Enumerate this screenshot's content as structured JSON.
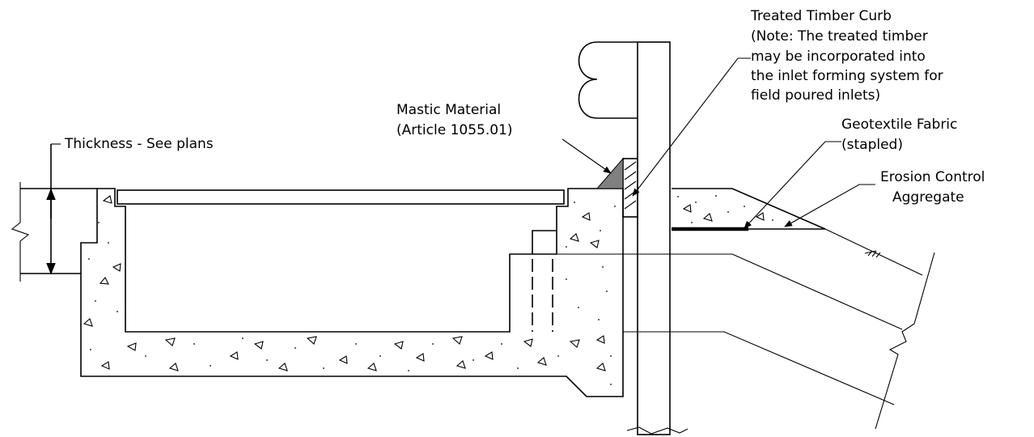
{
  "labels": {
    "curb_title": "Treated Timber Curb",
    "curb_note_1": "(Note: The treated timber",
    "curb_note_2": "may be incorporated into",
    "curb_note_3": "the inlet forming system for",
    "curb_note_4": "field poured inlets)",
    "mastic_1": "Mastic Material",
    "mastic_2": "(Article 1055.01)",
    "geotextile_1": "Geotextile Fabric",
    "geotextile_2": "(stapled)",
    "erosion_1": "Erosion Control",
    "erosion_2": "Aggregate",
    "thickness": "Thickness - See plans"
  },
  "colors": {
    "line": "#000000",
    "mastic_fill": "#808080",
    "background": "#ffffff"
  }
}
